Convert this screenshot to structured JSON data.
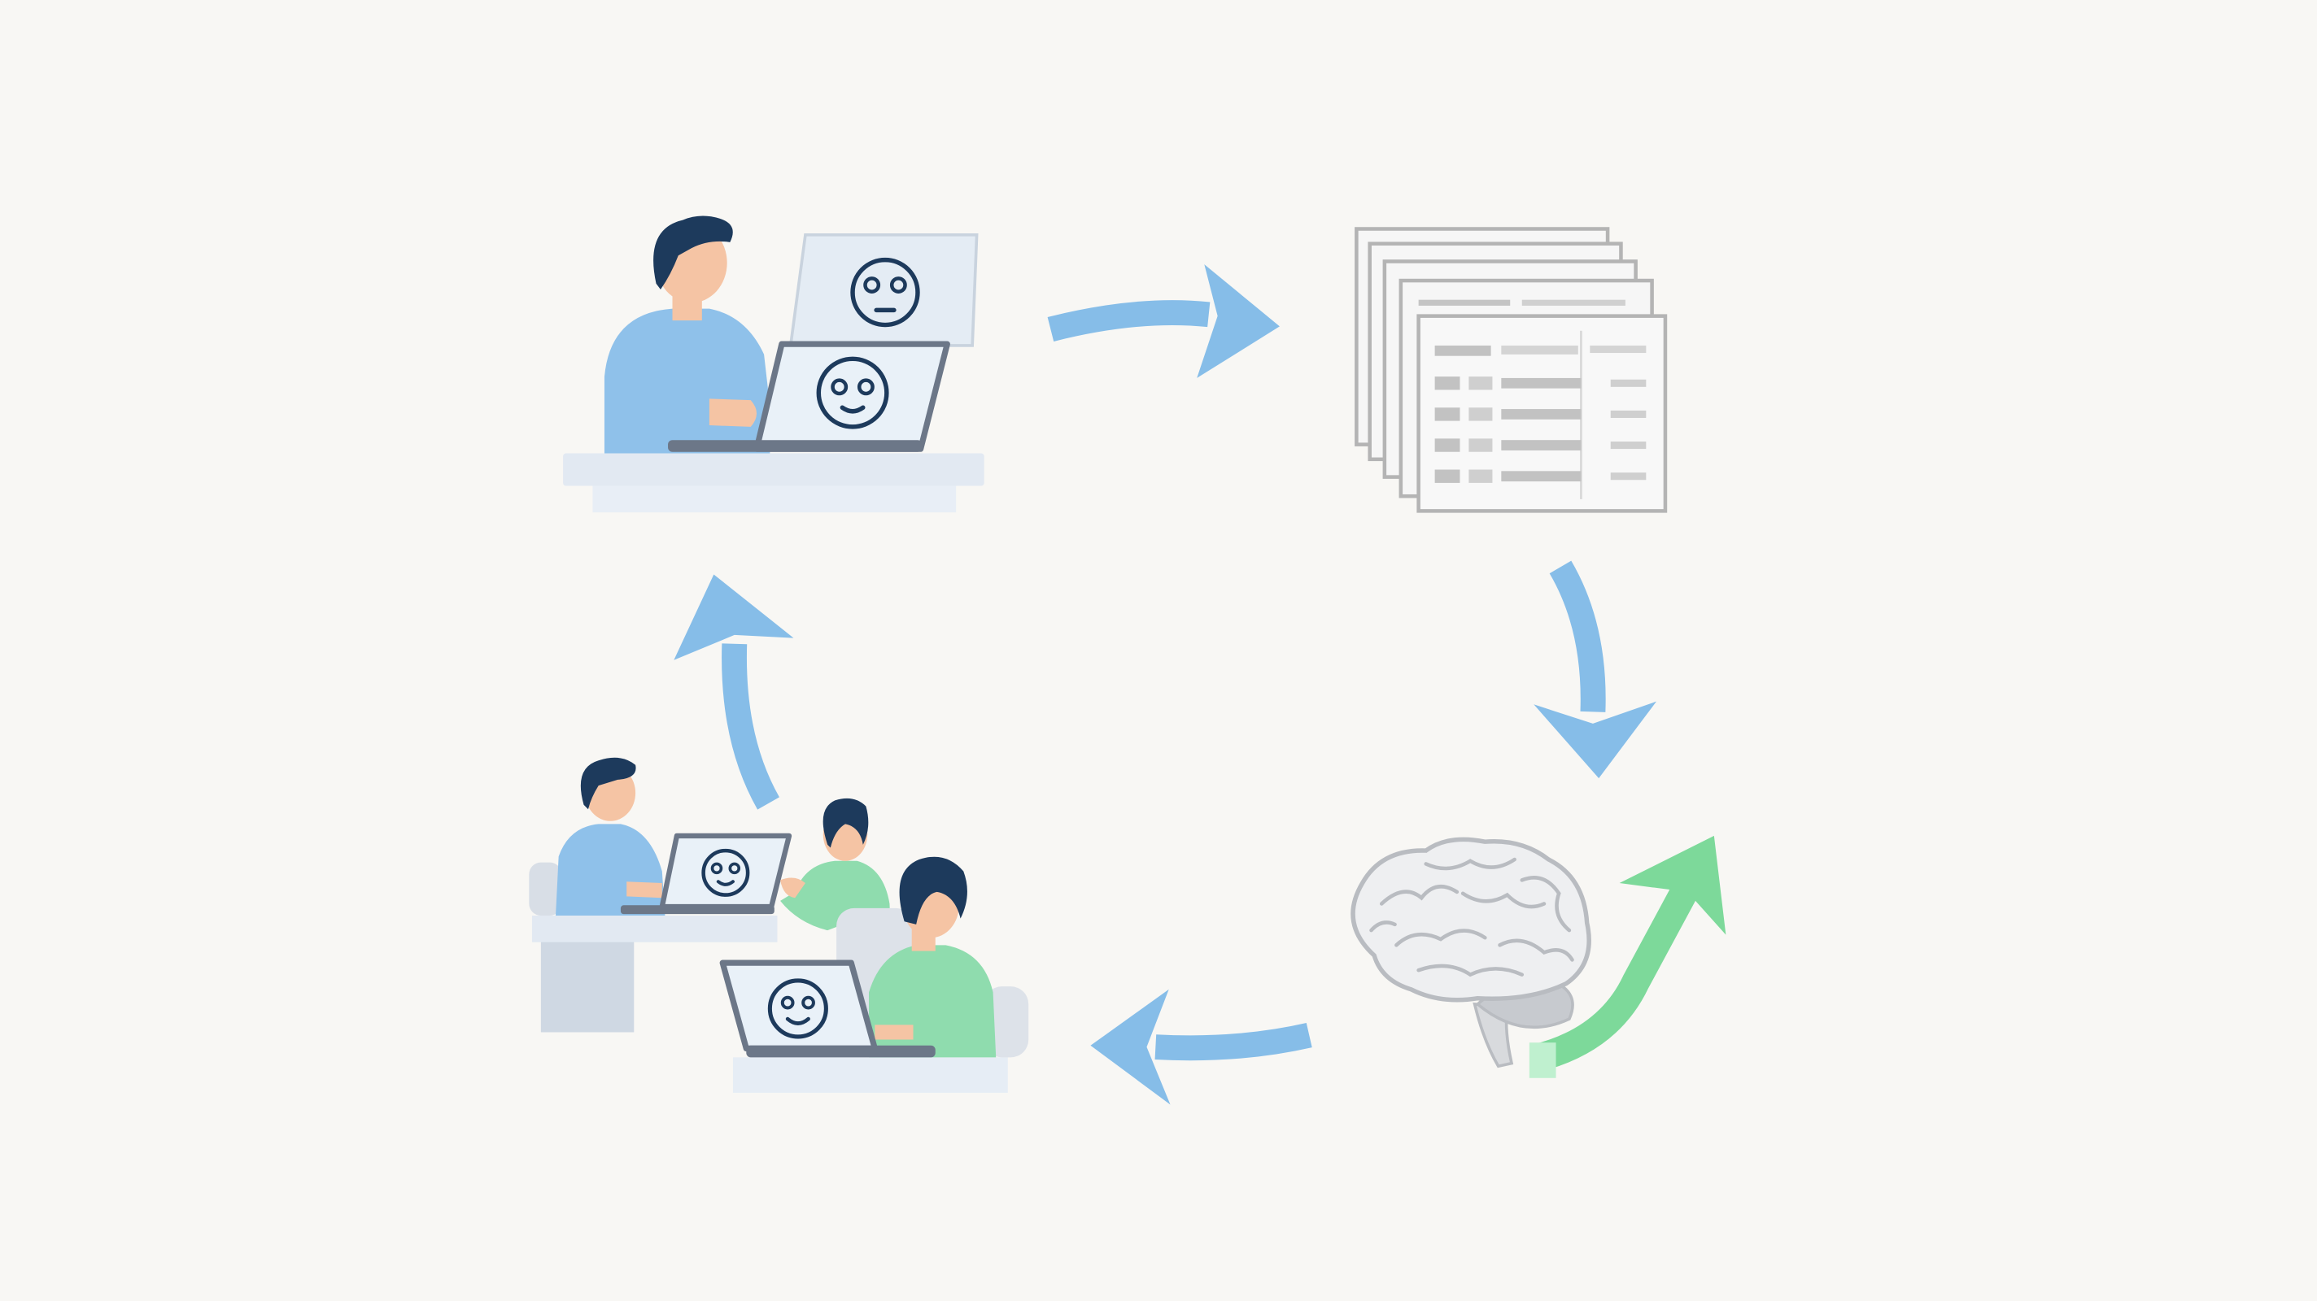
{
  "diagram": {
    "type": "cycle",
    "background_color": "#f8f7f4",
    "colors": {
      "arrow_blue": "#86bde8",
      "arrow_green": "#7dd99a",
      "shirt_blue": "#8fc1ea",
      "shirt_green": "#8fdcae",
      "hair": "#1d3a5c",
      "skin": "#f5c4a4",
      "device_frame": "#6c7788",
      "screen": "#e9f1f8",
      "desk": "#e6edf5",
      "document_gray": "#b4b4b4",
      "brain_gray": "#c9ccd2"
    },
    "nodes": [
      {
        "id": "single-user-testing",
        "icons": [
          "person-icon",
          "laptop-icon",
          "smiley-face-icon",
          "neutral-face-icon",
          "desk-icon"
        ]
      },
      {
        "id": "feedback-documents",
        "icons": [
          "document-stack-icon"
        ]
      },
      {
        "id": "analysis",
        "icons": [
          "brain-icon",
          "growth-arrow-icon"
        ]
      },
      {
        "id": "team-collaboration",
        "icons": [
          "person-icon",
          "laptop-icon",
          "smiley-face-icon",
          "desk-icon"
        ]
      }
    ],
    "edges": [
      {
        "from": "single-user-testing",
        "to": "feedback-documents",
        "icon": "arrow-right-icon",
        "color": "#86bde8"
      },
      {
        "from": "feedback-documents",
        "to": "analysis",
        "icon": "arrow-down-icon",
        "color": "#86bde8"
      },
      {
        "from": "analysis",
        "to": "team-collaboration",
        "icon": "arrow-left-icon",
        "color": "#86bde8"
      },
      {
        "from": "team-collaboration",
        "to": "single-user-testing",
        "icon": "arrow-up-icon",
        "color": "#86bde8"
      }
    ],
    "accent": {
      "icon": "growth-arrow-icon",
      "color": "#7dd99a"
    }
  }
}
